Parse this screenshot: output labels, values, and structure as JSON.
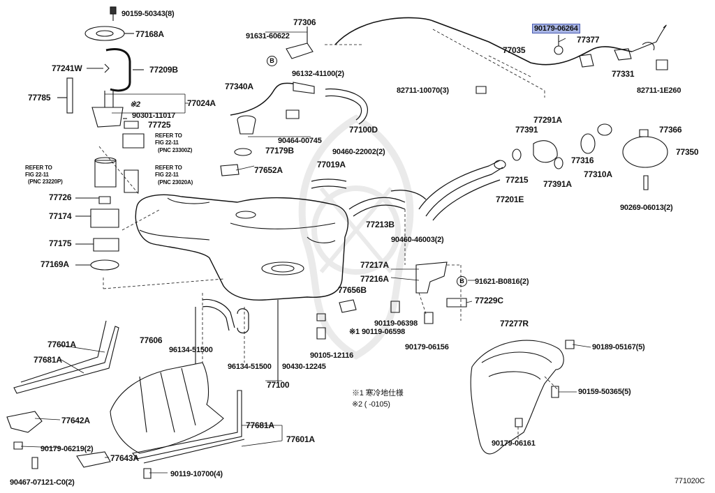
{
  "diagram": {
    "labels": {
      "p90159_50343": "90159-50343(8)",
      "p77168A": "77168A",
      "p77241W": "77241W",
      "p77209B": "77209B",
      "p77785": "77785",
      "note2": "※2",
      "p77024A": "77024A",
      "p90301": "90301-11017",
      "p77725": "77725",
      "ref1a": "REFER TO",
      "ref1b": "FIG 22-11",
      "ref1c": "(PNC 23300Z)",
      "ref2a": "REFER TO",
      "ref2b": "FIG 22-11",
      "ref2c": "(PNC 23220P)",
      "ref3a": "REFER TO",
      "ref3b": "FIG 22-11",
      "ref3c": "(PNC 23020A)",
      "p77726": "77726",
      "p77174": "77174",
      "p77175": "77175",
      "p77169A": "77169A",
      "p77306": "77306",
      "p91631": "91631-60622",
      "b1": "B",
      "p77340A": "77340A",
      "p96132": "96132-41100(2)",
      "p82711_10070": "82711-10070(3)",
      "p77035": "77035",
      "p90179_06264": "90179-06264",
      "p77377": "77377",
      "p77331": "77331",
      "p82711_1E260": "82711-1E260",
      "p77100D": "77100D",
      "p90464": "90464-00745",
      "p77179B": "77179B",
      "p77652A": "77652A",
      "p90460_22002": "90460-22002(2)",
      "p77019A": "77019A",
      "p77213B": "77213B",
      "p90460_46003": "90460-46003(2)",
      "p77391": "77391",
      "p77291A": "77291A",
      "p77366": "77366",
      "p77350": "77350",
      "p77316": "77316",
      "p77310A": "77310A",
      "p77391A": "77391A",
      "p77215": "77215",
      "p77201E": "77201E",
      "p90269": "90269-06013(2)",
      "p77217A": "77217A",
      "p77216A": "77216A",
      "b2": "B",
      "p91621": "91621-B0816(2)",
      "p77656B": "77656B",
      "p77229C": "77229C",
      "p90119_06398": "90119-06398",
      "note1_mark": "※1",
      "p90119_06598": "90119-06598",
      "p90179_06156": "90179-06156",
      "p90105": "90105-12116",
      "p96134_a": "96134-51500",
      "p96134_b": "96134-51500",
      "p90430": "90430-12245",
      "p77100": "77100",
      "p77601A_a": "77601A",
      "p77681A_a": "77681A",
      "p77606": "77606",
      "p77642A": "77642A",
      "p90179_06219": "90179-06219(2)",
      "p77643A": "77643A",
      "p90467": "90467-07121-C0(2)",
      "p90119_10700": "90119-10700(4)",
      "p77681A_b": "77681A",
      "p77601A_b": "77601A",
      "p77277R": "77277R",
      "p90189": "90189-05167(5)",
      "p90159_50365": "90159-50365(5)",
      "p90179_06161": "90179-06161",
      "note1": "※1 寒冷地仕様",
      "note2b": "※2 (   -0105)",
      "figno": "771020C"
    },
    "highlight_color": "#a9b6e6",
    "line_color": "#111111"
  }
}
